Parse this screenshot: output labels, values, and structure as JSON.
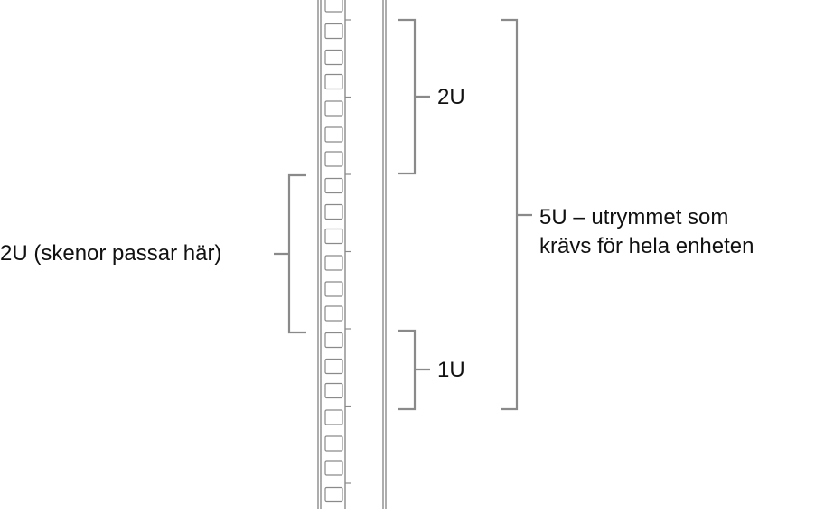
{
  "labels": {
    "left_rails": "2U (skenor passar här)",
    "top_right": "2U",
    "bottom_right": "1U",
    "total_line1": "5U – utrymmet som",
    "total_line2": "krävs för hela enheten"
  },
  "colors": {
    "bracket": "#8a8a8a",
    "rail": "#8a8a8a",
    "text": "#111111"
  }
}
